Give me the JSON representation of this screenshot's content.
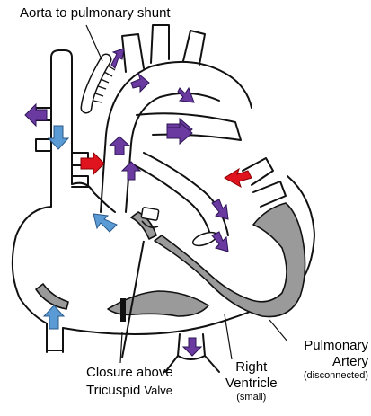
{
  "labels": {
    "shunt": "Aorta to pulmonary shunt",
    "closure_line1": "Closure above",
    "closure_line2_a": "Tricuspid",
    "closure_line2_b": "Valve",
    "rv_line1": "Right",
    "rv_line2": "Ventricle",
    "rv_note": "(small)",
    "pa_line1": "Pulmonary",
    "pa_line2": "Artery",
    "pa_note": "(disconnected)"
  },
  "colors": {
    "outline": "#111111",
    "wall_fill": "#9a9a9a",
    "deoxygenated_arrow": "#5b9bd5",
    "oxygenated_arrow": "#e0141e",
    "mixed_arrow": "#6a3aa0"
  }
}
